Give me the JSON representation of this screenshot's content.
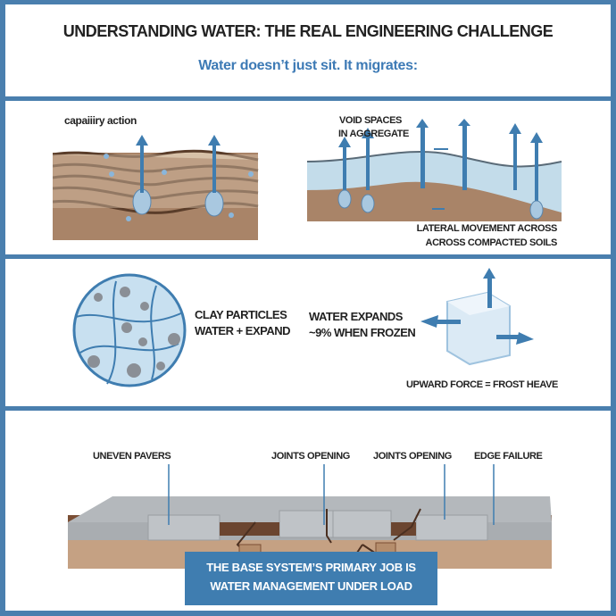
{
  "header": {
    "title": "UNDERSTANDING WATER: THE REAL ENGINEERING CHALLENGE",
    "subtitle": "Water doesn’t just sit. It migrates:"
  },
  "migration": {
    "capillary_label": "capaiiiry action",
    "void_label_line1": "VOID SPACES",
    "void_label_line2": "IN AGGREGATE",
    "lateral_label_line1": "LATERAL MOVEMENT ACROSS",
    "lateral_label_line2": "ACROSS COMPACTED SOILS"
  },
  "expansion": {
    "clay_line1": "CLAY PARTICLES",
    "clay_line2": "WATER + EXPAND",
    "frozen_line1": "WATER EXPANDS",
    "frozen_line2": "~9% WHEN FROZEN",
    "frost_label": "UPWARD FORCE = FROST HEAVE"
  },
  "failures": {
    "labels": [
      "UNEVEN PAVERS",
      "JOINTS OPENING",
      "JOINTS OPENING",
      "EDGE FAILURE"
    ],
    "banner_line1": "THE BASE SYSTEM’S PRIMARY JOB IS",
    "banner_line2": "WATER MANAGEMENT UNDER LOAD"
  },
  "colors": {
    "frame": "#4a7fae",
    "accent": "#3d7ab5",
    "soil": "#a98468",
    "water": "#6a9fcb"
  }
}
